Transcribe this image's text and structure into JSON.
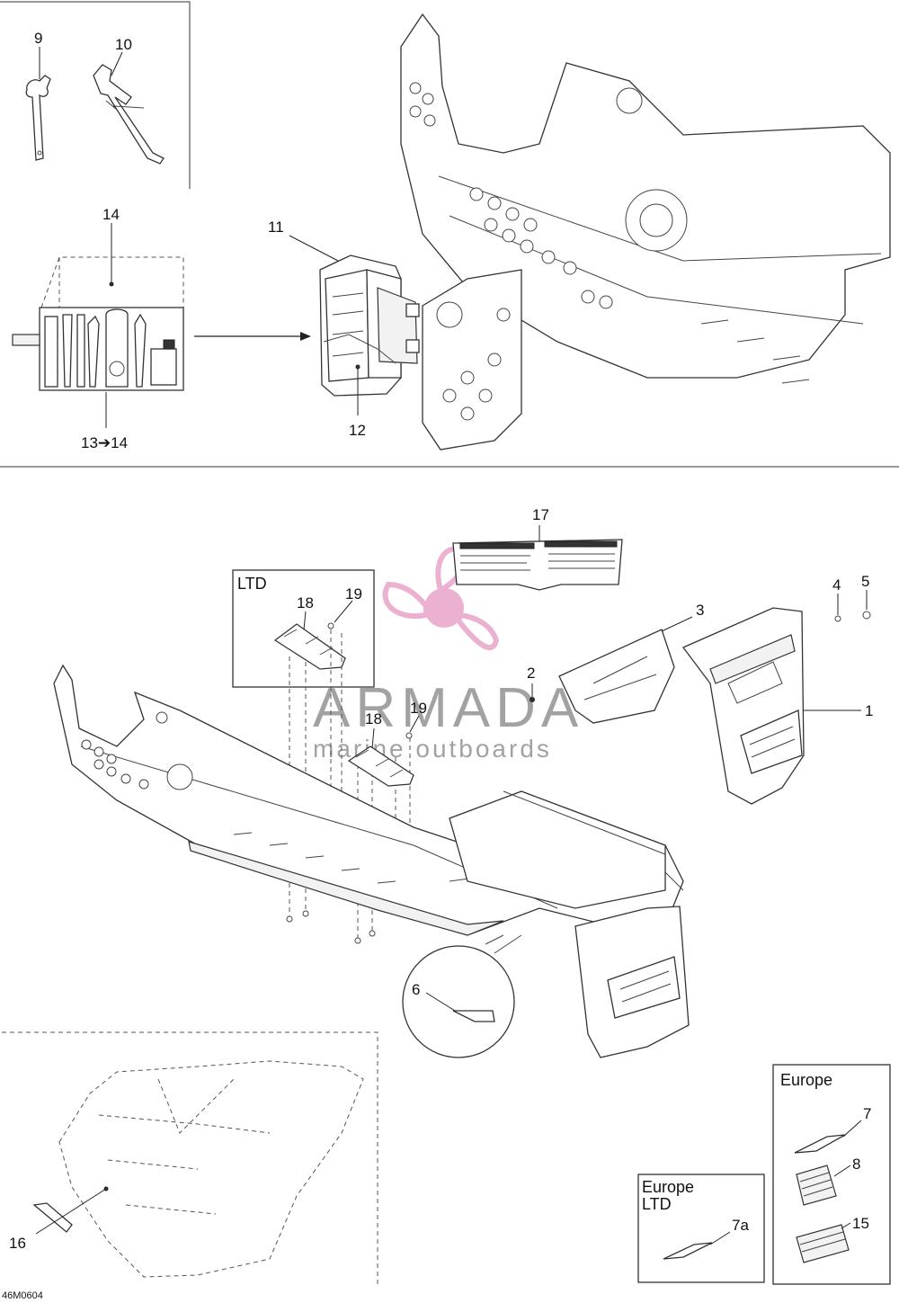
{
  "diagram": {
    "image_ref": "46M0604",
    "callouts": {
      "c1": "1",
      "c2": "2",
      "c3": "3",
      "c4": "4",
      "c5": "5",
      "c6": "6",
      "c7": "7",
      "c7a": "7a",
      "c8": "8",
      "c9": "9",
      "c10": "10",
      "c11": "11",
      "c12": "12",
      "c13_14": "13➔14",
      "c14": "14",
      "c15": "15",
      "c16": "16",
      "c17": "17",
      "c18a": "18",
      "c18b": "18",
      "c19a": "19",
      "c19b": "19"
    },
    "boxes": {
      "ltd": "LTD",
      "europe": "Europe",
      "europe_ltd_line1": "Europe",
      "europe_ltd_line2": "LTD"
    }
  },
  "watermark": {
    "title": "ARMADA",
    "subtitle": "marine outboards",
    "logo_icon": "propeller-logo-icon",
    "color": "#e9a4c9"
  }
}
